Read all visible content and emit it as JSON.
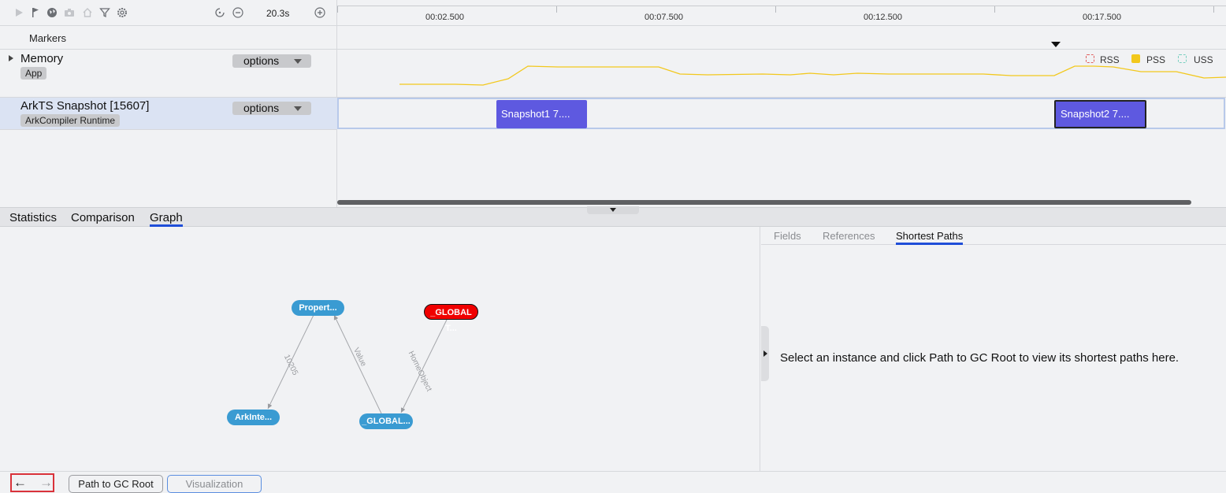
{
  "toolbar": {
    "icons": [
      "play-icon",
      "flag-icon",
      "globe-icon",
      "camera-icon",
      "home-icon",
      "filter-icon",
      "settings-icon",
      "reset-zoom-icon",
      "zoom-out-icon",
      "zoom-in-icon"
    ],
    "zoom_value": "20.3s"
  },
  "ruler": {
    "ticks": [
      "00:02.500",
      "00:07.500",
      "00:12.500",
      "00:17.500"
    ]
  },
  "markers": {
    "label": "Markers"
  },
  "memory_row": {
    "title": "Memory",
    "tag": "App",
    "options_label": "options",
    "legend": [
      {
        "label": "RSS",
        "color": "#e06060",
        "filled": false
      },
      {
        "label": "PSS",
        "color": "#f2c81c",
        "filled": true
      },
      {
        "label": "USS",
        "color": "#7ad0c0",
        "filled": false
      }
    ],
    "line_color": "#f2c81c"
  },
  "snapshot_row": {
    "title": "ArkTS Snapshot [15607]",
    "tag": "ArkCompiler Runtime",
    "options_label": "options",
    "snapshots": [
      {
        "label": "Snapshot1 7...."
      },
      {
        "label": "Snapshot2 7...."
      }
    ],
    "snapshot_color": "#5e59e0"
  },
  "bottom_tabs": [
    "Statistics",
    "Comparison",
    "Graph"
  ],
  "graph": {
    "nodes": [
      {
        "label": "Propert..."
      },
      {
        "label": "_GLOBAL T..."
      },
      {
        "label": "ArkInte..."
      },
      {
        "label": "_GLOBAL..."
      }
    ],
    "edges": [
      {
        "label": "10205"
      },
      {
        "label": "Value"
      },
      {
        "label": "HomeObject"
      }
    ]
  },
  "detail_tabs": [
    "Fields",
    "References",
    "Shortest Paths"
  ],
  "empty_message": "Select an instance and click Path to GC Root to view its shortest paths here.",
  "footer": {
    "back_arrow": "←",
    "forward_arrow": "→",
    "path_button": "Path to GC Root",
    "visualization_button": "Visualization"
  }
}
